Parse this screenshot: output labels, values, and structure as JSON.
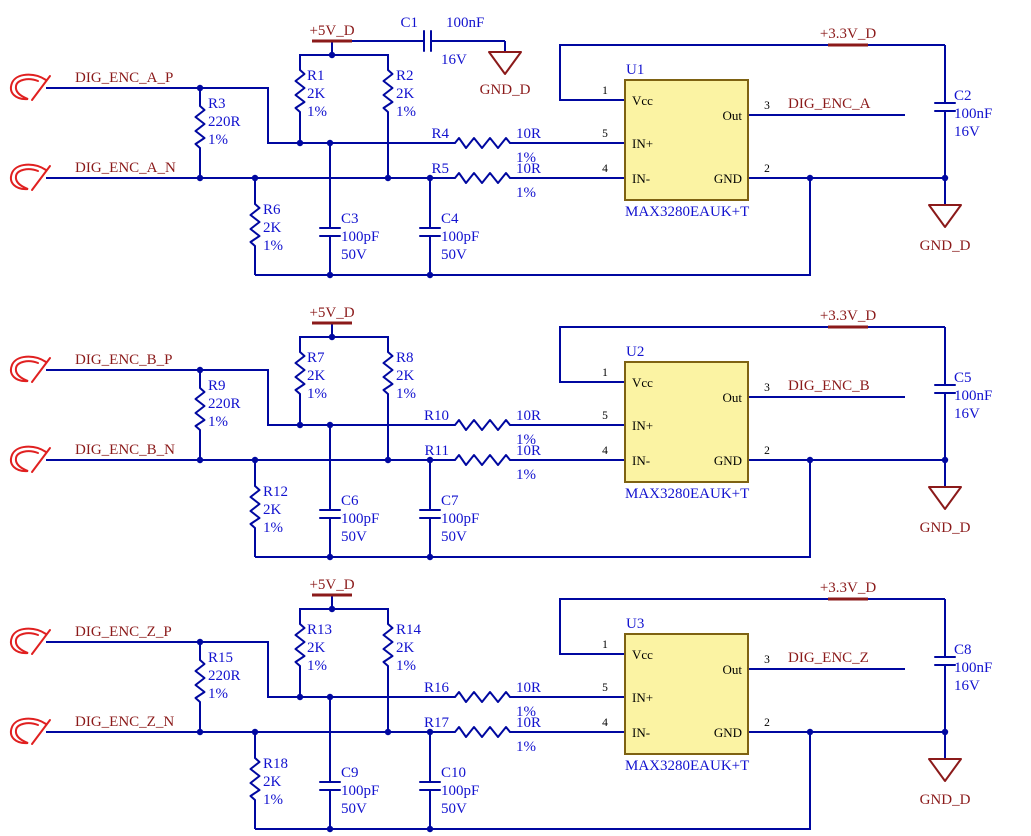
{
  "colors": {
    "wire": "#0008A0",
    "comp_text": "#1212CF",
    "net_label": "#8B1A1A",
    "port": "#E02020",
    "ic_fill": "#FBF3A3",
    "ic_border": "#7E6212",
    "pin_text": "#000000",
    "background": "#FFFFFF"
  },
  "rails": {
    "vcc5": "+5V_D",
    "vcc33": "+3.3V_D",
    "gnd": "GND_D"
  },
  "blocks": [
    {
      "input_p": "DIG_ENC_A_P",
      "input_n": "DIG_ENC_A_N",
      "output": "DIG_ENC_A",
      "pullup1": {
        "ref": "R1",
        "value": "2K",
        "tol": "1%"
      },
      "pullup2": {
        "ref": "R2",
        "value": "2K",
        "tol": "1%"
      },
      "term": {
        "ref": "R3",
        "value": "220R",
        "tol": "1%"
      },
      "series_p": {
        "ref": "R4",
        "value": "10R",
        "tol": "1%"
      },
      "series_n": {
        "ref": "R5",
        "value": "10R",
        "tol": "1%"
      },
      "pulldown": {
        "ref": "R6",
        "value": "2K",
        "tol": "1%"
      },
      "bulk_cap": {
        "ref": "C1",
        "value": "100nF",
        "voltage": "16V"
      },
      "decoupling_cap": {
        "ref": "C2",
        "value": "100nF",
        "voltage": "16V"
      },
      "filter_c_p": {
        "ref": "C3",
        "value": "100pF",
        "voltage": "50V"
      },
      "filter_c_n": {
        "ref": "C4",
        "value": "100pF",
        "voltage": "50V"
      },
      "ic": {
        "ref": "U1",
        "part": "MAX3280EAUK+T",
        "vcc_pin": "1",
        "vcc_name": "Vcc",
        "inp_pin": "5",
        "inp_name": "IN+",
        "inn_pin": "4",
        "inn_name": "IN-",
        "out_pin": "3",
        "out_name": "Out",
        "gnd_pin": "2",
        "gnd_name": "GND"
      }
    },
    {
      "input_p": "DIG_ENC_B_P",
      "input_n": "DIG_ENC_B_N",
      "output": "DIG_ENC_B",
      "pullup1": {
        "ref": "R7",
        "value": "2K",
        "tol": "1%"
      },
      "pullup2": {
        "ref": "R8",
        "value": "2K",
        "tol": "1%"
      },
      "term": {
        "ref": "R9",
        "value": "220R",
        "tol": "1%"
      },
      "series_p": {
        "ref": "R10",
        "value": "10R",
        "tol": "1%"
      },
      "series_n": {
        "ref": "R11",
        "value": "10R",
        "tol": "1%"
      },
      "pulldown": {
        "ref": "R12",
        "value": "2K",
        "tol": "1%"
      },
      "decoupling_cap": {
        "ref": "C5",
        "value": "100nF",
        "voltage": "16V"
      },
      "filter_c_p": {
        "ref": "C6",
        "value": "100pF",
        "voltage": "50V"
      },
      "filter_c_n": {
        "ref": "C7",
        "value": "100pF",
        "voltage": "50V"
      },
      "ic": {
        "ref": "U2",
        "part": "MAX3280EAUK+T",
        "vcc_pin": "1",
        "vcc_name": "Vcc",
        "inp_pin": "5",
        "inp_name": "IN+",
        "inn_pin": "4",
        "inn_name": "IN-",
        "out_pin": "3",
        "out_name": "Out",
        "gnd_pin": "2",
        "gnd_name": "GND"
      }
    },
    {
      "input_p": "DIG_ENC_Z_P",
      "input_n": "DIG_ENC_Z_N",
      "output": "DIG_ENC_Z",
      "pullup1": {
        "ref": "R13",
        "value": "2K",
        "tol": "1%"
      },
      "pullup2": {
        "ref": "R14",
        "value": "2K",
        "tol": "1%"
      },
      "term": {
        "ref": "R15",
        "value": "220R",
        "tol": "1%"
      },
      "series_p": {
        "ref": "R16",
        "value": "10R",
        "tol": "1%"
      },
      "series_n": {
        "ref": "R17",
        "value": "10R",
        "tol": "1%"
      },
      "pulldown": {
        "ref": "R18",
        "value": "2K",
        "tol": "1%"
      },
      "decoupling_cap": {
        "ref": "C8",
        "value": "100nF",
        "voltage": "16V"
      },
      "filter_c_p": {
        "ref": "C9",
        "value": "100pF",
        "voltage": "50V"
      },
      "filter_c_n": {
        "ref": "C10",
        "value": "100pF",
        "voltage": "50V"
      },
      "ic": {
        "ref": "U3",
        "part": "MAX3280EAUK+T",
        "vcc_pin": "1",
        "vcc_name": "Vcc",
        "inp_pin": "5",
        "inp_name": "IN+",
        "inn_pin": "4",
        "inn_name": "IN-",
        "out_pin": "3",
        "out_name": "Out",
        "gnd_pin": "2",
        "gnd_name": "GND"
      }
    }
  ]
}
